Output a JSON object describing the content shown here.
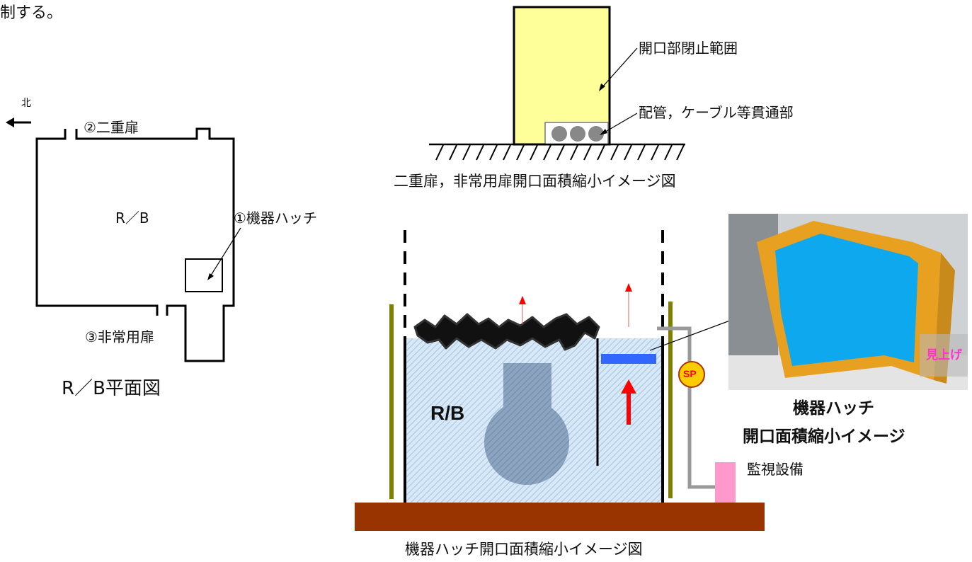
{
  "header_fragment": "制する。",
  "plan": {
    "north_label": "北",
    "door2_label": "②二重扉",
    "rb_label": "R／B",
    "hatch_label": "①機器ハッチ",
    "door3_label": "③非常用扉",
    "caption": "R／B平面図"
  },
  "door_diagram": {
    "closure_range_label": "開口部閉止範囲",
    "penetration_label": "配管，ケーブル等貫通部",
    "caption": "二重扉，非常用扉開口面積縮小イメージ図"
  },
  "hatch_diagram": {
    "rb_label": "R/B",
    "sp_label": "SP",
    "monitor_label": "監視設備",
    "caption": "機器ハッチ開口面積縮小イメージ図"
  },
  "photo": {
    "overlay_label": "見上げ",
    "caption_line1": "機器ハッチ",
    "caption_line2": "開口面積縮小イメージ"
  },
  "colors": {
    "door_fill": "#ffff99",
    "floor": "#993300",
    "water": "#c6dcf0",
    "wall_olive": "#808000",
    "arrow_red": "#ff0000",
    "panel_blue": "#3366ff",
    "sp_fill": "#ffcc00",
    "monitor_pink": "#ff99cc",
    "overlay_text": "#ff33cc"
  }
}
